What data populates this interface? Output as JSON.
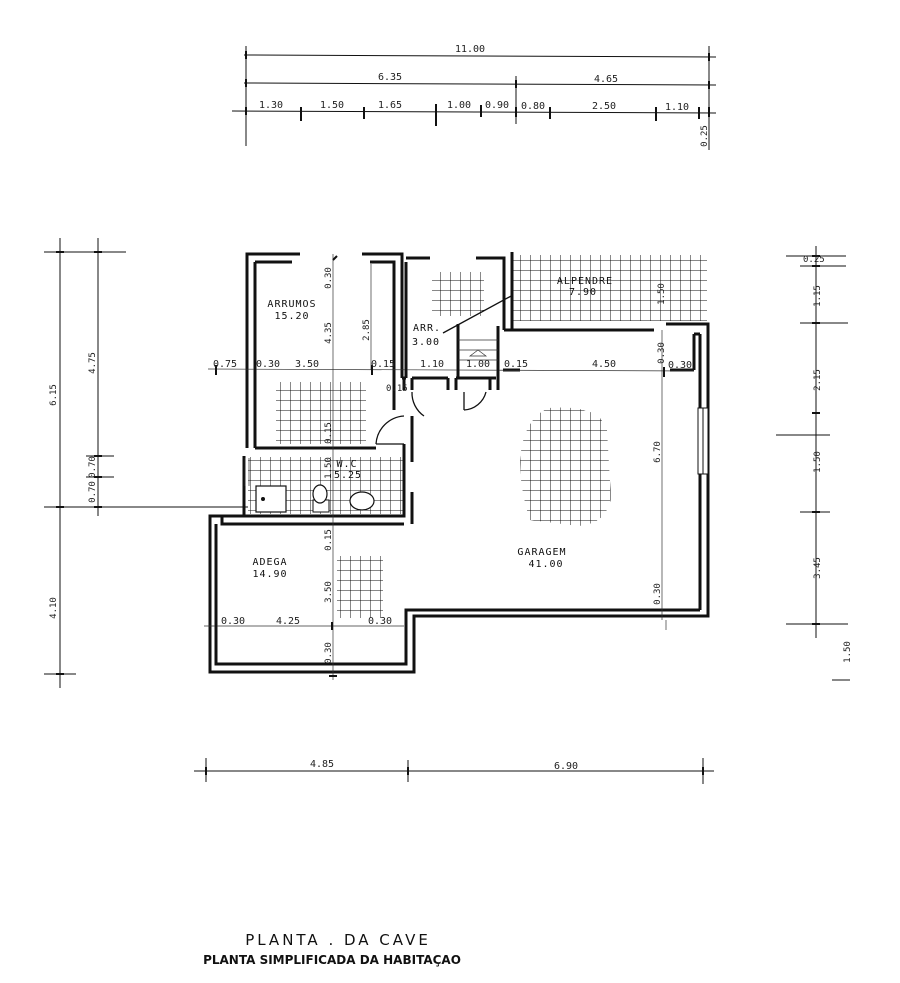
{
  "title": "PLANTA . DA CAVE",
  "subtitle": "PLANTA SIMPLIFICADA DA HABITAÇAO",
  "top_dimensions": {
    "overall": "11.00",
    "row2": [
      "6.35",
      "4.65"
    ],
    "row3": [
      "1.30",
      "1.50",
      "1.65",
      "1.00",
      "0.90",
      "0.80",
      "2.50",
      "1.10"
    ],
    "side": "0.25"
  },
  "bottom_dimensions": [
    "4.85",
    "6.90"
  ],
  "left_dimensions": {
    "outer_upper": "6.15",
    "outer_lower": "4.10",
    "inner": [
      "4.75",
      "0.70",
      "0.70"
    ]
  },
  "right_dimensions": [
    "0.25",
    "1.15",
    "2.15",
    "1.50",
    "3.45",
    "1.50"
  ],
  "rooms": [
    {
      "name": "ARRUMOS",
      "area": "15.20"
    },
    {
      "name": "ARR.",
      "area": "3.00"
    },
    {
      "name": "ALPENDRE",
      "area": "7.90"
    },
    {
      "name": "W.C",
      "area": "5.25"
    },
    {
      "name": "ADEGA",
      "area": "14.90"
    },
    {
      "name": "GARAGEM",
      "area": "41.00"
    }
  ],
  "interior_dimensions": {
    "row_mid": [
      "0.75",
      "0.30",
      "3.50",
      "0.15",
      "1.10",
      "1.00",
      "0.15",
      "4.50",
      "0.30"
    ],
    "row_low": [
      "0.30",
      "4.25",
      "0.30"
    ],
    "vertical": [
      "0.30",
      "4.35",
      "2.85",
      "1.50",
      "0.30",
      "0.15",
      "0.15",
      "1.50",
      "0.15",
      "3.50",
      "0.30",
      "6.70",
      "0.30"
    ]
  }
}
